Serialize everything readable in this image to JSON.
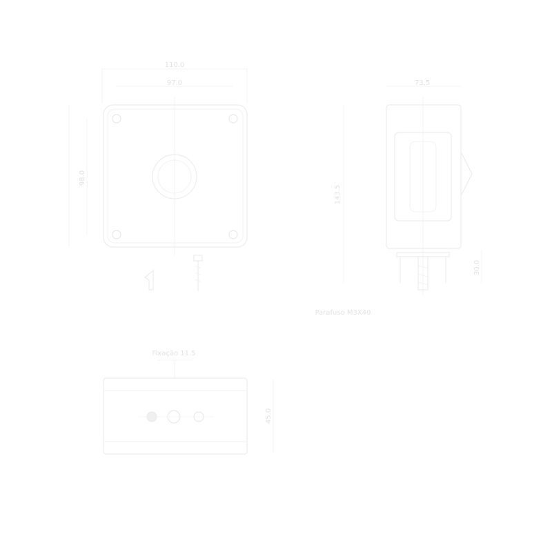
{
  "dimensions": {
    "overall_width": "110.0",
    "inner_width": "97.0",
    "front_height": "98.0",
    "side_width": "73.5",
    "side_height": "143.5",
    "side_depth": "30.0",
    "bottom_height": "45.0"
  },
  "captions": {
    "side_caption": "Parafuso M3X40",
    "bottom_caption": "Fixação 11.5"
  }
}
